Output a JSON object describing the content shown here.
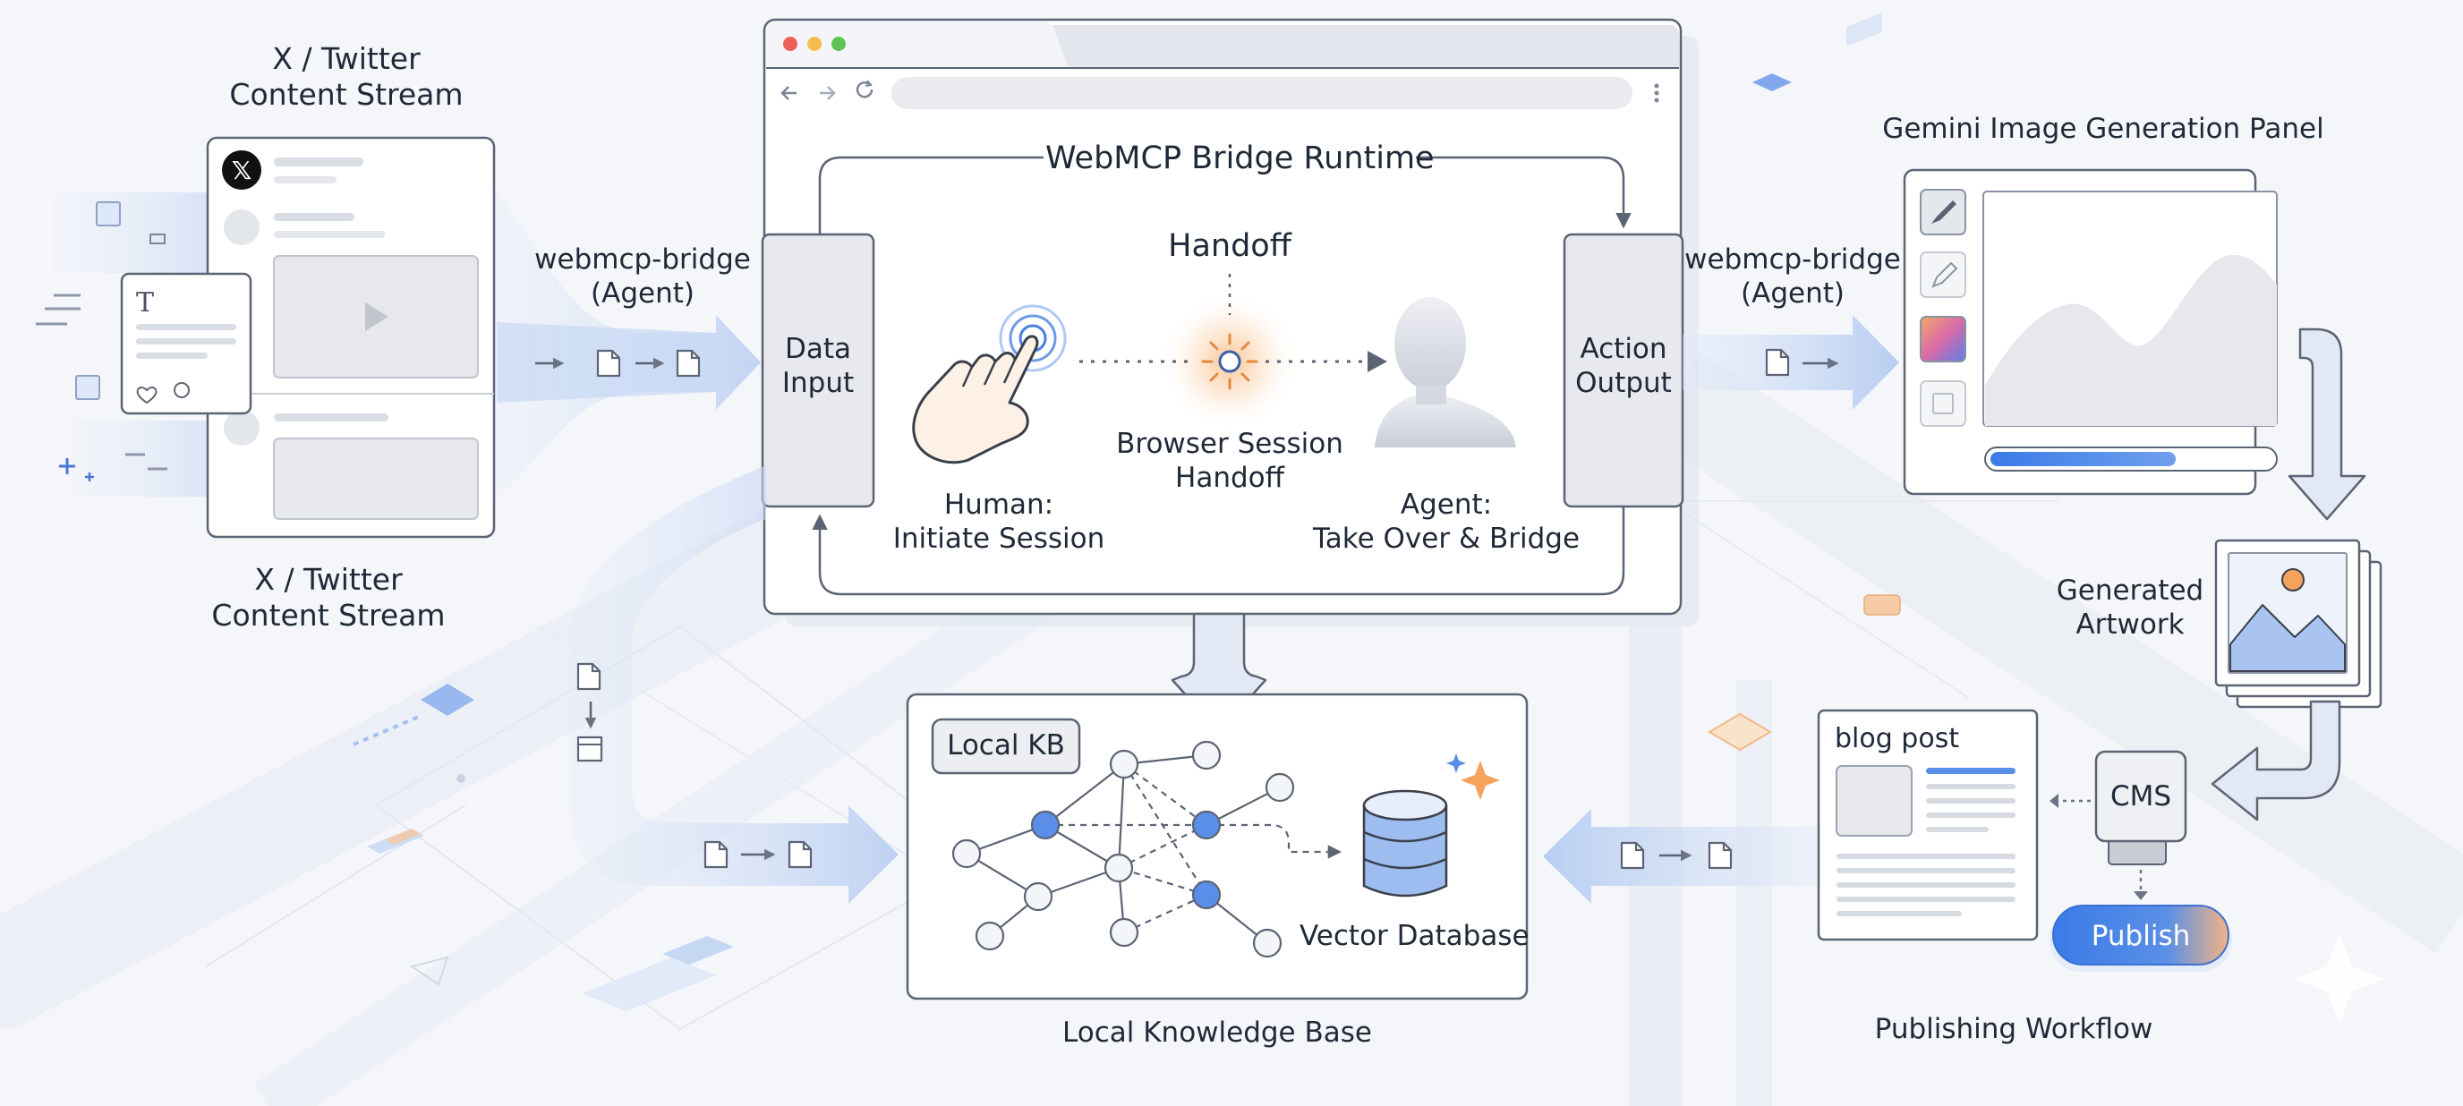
{
  "twitter": {
    "title_top": [
      "X / Twitter",
      "Content Stream"
    ],
    "title_bottom": [
      "X / Twitter",
      "Content Stream"
    ],
    "x_logo": "𝕏",
    "text_card_glyph": "T"
  },
  "bridge_left": [
    "webmcp-bridge",
    "(Agent)"
  ],
  "bridge_right": [
    "webmcp-bridge",
    "(Agent)"
  ],
  "runtime": {
    "title": "WebMCP Bridge Runtime",
    "data_input": [
      "Data",
      "Input"
    ],
    "action_output": [
      "Action",
      "Output"
    ],
    "handoff_label": "Handoff",
    "session_label": [
      "Browser Session",
      "Handoff"
    ],
    "human_label": [
      "Human:",
      "Initiate Session"
    ],
    "agent_label": [
      "Agent:",
      "Take Over & Bridge"
    ]
  },
  "gemini": {
    "title": "Gemini Image Generation Panel",
    "progress": 0.66
  },
  "artwork": [
    "Generated",
    "Artwork"
  ],
  "kb": {
    "badge": "Local KB",
    "db_label": "Vector Database",
    "caption": "Local Knowledge Base"
  },
  "publishing": {
    "blog_title": "blog post",
    "cms_label": "CMS",
    "publish_button": "Publish",
    "caption": "Publishing Workflow"
  },
  "colors": {
    "accent_blue": "#3b7be8",
    "flow_blue": "#c9d9f4",
    "orange": "#f5a25d",
    "stroke": "#5b6474",
    "panel": "#ffffff"
  }
}
